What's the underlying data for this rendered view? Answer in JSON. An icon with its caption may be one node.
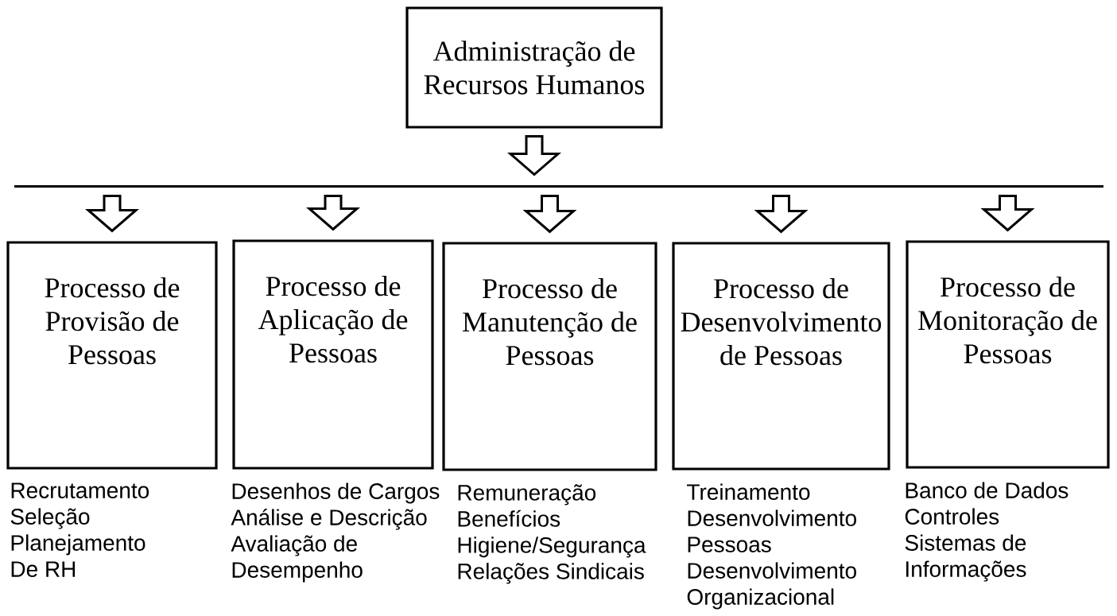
{
  "diagram": {
    "nodes": [
      {
        "text": [
          "Administração de Recursos Humanos"
        ]
      },
      {
        "text": [],
        "shape": "bar"
      },
      {
        "text": [
          "Processo de Provisão de Pessoas"
        ],
        "beside": [
          "Recrutamento",
          "Seleção",
          "Planejamento De RH"
        ]
      },
      {
        "text": [
          "Processo de Aplicação de Pessoas"
        ],
        "beside": [
          "Desenhos de Cargos",
          "Análise e Descrição",
          "Avaliação de Desempenho"
        ]
      },
      {
        "text": [
          "Processo de Manutenção de Pessoas"
        ],
        "beside": [
          "Remuneração",
          "Benefícios",
          "Higiene/Segurança",
          "Relações Sindicais"
        ]
      },
      {
        "text": [
          "Processo de Desenvolvimento de Pessoas"
        ],
        "beside": [
          "Treinamento",
          "Desenvolvimento Pessoas",
          "Desenvolvimento Organizacional"
        ]
      },
      {
        "text": [
          "Processo de Monitoração de Pessoas"
        ],
        "beside": [
          "Banco de Dados",
          "Controles",
          "Sistemas de Informações"
        ]
      }
    ],
    "edges": [
      {
        "from": 0,
        "to": 1,
        "arrow": "to"
      },
      {
        "from": 1,
        "to": 2,
        "arrow": "to"
      },
      {
        "from": 1,
        "to": 3,
        "arrow": "to"
      },
      {
        "from": 1,
        "to": 4,
        "arrow": "to"
      },
      {
        "from": 1,
        "to": 5,
        "arrow": "to"
      },
      {
        "from": 1,
        "to": 6,
        "arrow": "to"
      }
    ]
  }
}
